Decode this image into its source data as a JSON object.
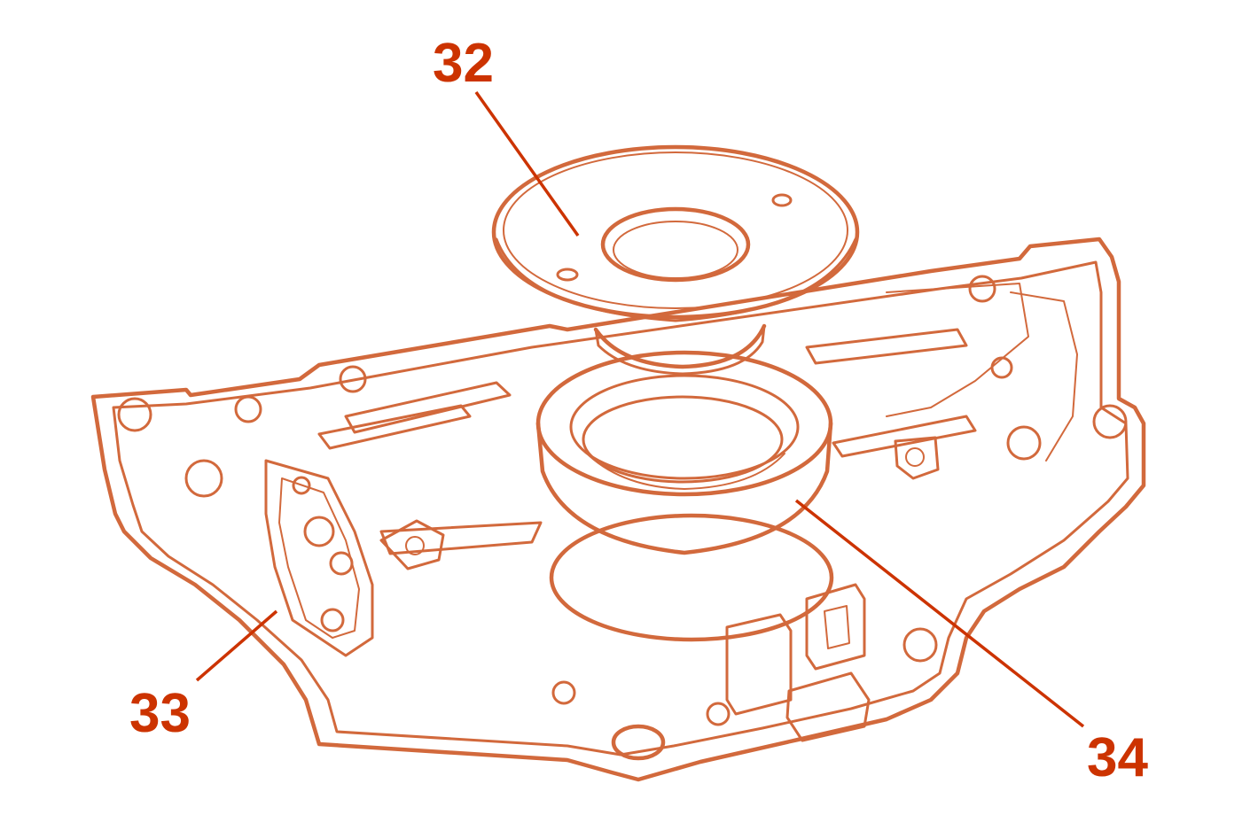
{
  "colors": {
    "line_art": "#d2693c",
    "callout": "#cc3300",
    "background": "#ffffff"
  },
  "callouts": [
    {
      "id": "32",
      "label": "32"
    },
    {
      "id": "33",
      "label": "33"
    },
    {
      "id": "34",
      "label": "34"
    }
  ]
}
